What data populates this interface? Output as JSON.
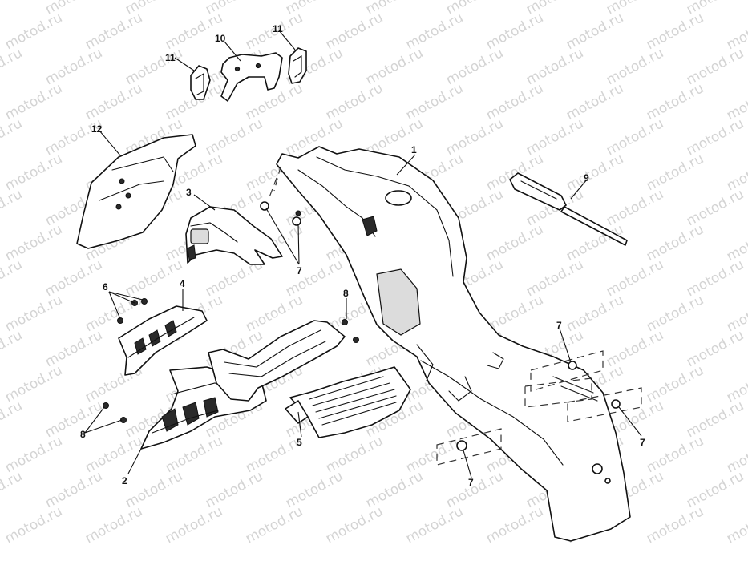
{
  "watermark": "motod.ru",
  "callouts": [
    {
      "id": "c1",
      "label": "1"
    },
    {
      "id": "c2",
      "label": "2"
    },
    {
      "id": "c3",
      "label": "3"
    },
    {
      "id": "c4",
      "label": "4"
    },
    {
      "id": "c5",
      "label": "5"
    },
    {
      "id": "c6",
      "label": "6"
    },
    {
      "id": "c7a",
      "label": "7"
    },
    {
      "id": "c7b",
      "label": "7"
    },
    {
      "id": "c7c",
      "label": "7"
    },
    {
      "id": "c7d",
      "label": "7"
    },
    {
      "id": "c8a",
      "label": "8"
    },
    {
      "id": "c8b",
      "label": "8"
    },
    {
      "id": "c9",
      "label": "9"
    },
    {
      "id": "c10",
      "label": "10"
    },
    {
      "id": "c11a",
      "label": "11"
    },
    {
      "id": "c11b",
      "label": "11"
    },
    {
      "id": "c12",
      "label": "12"
    }
  ]
}
